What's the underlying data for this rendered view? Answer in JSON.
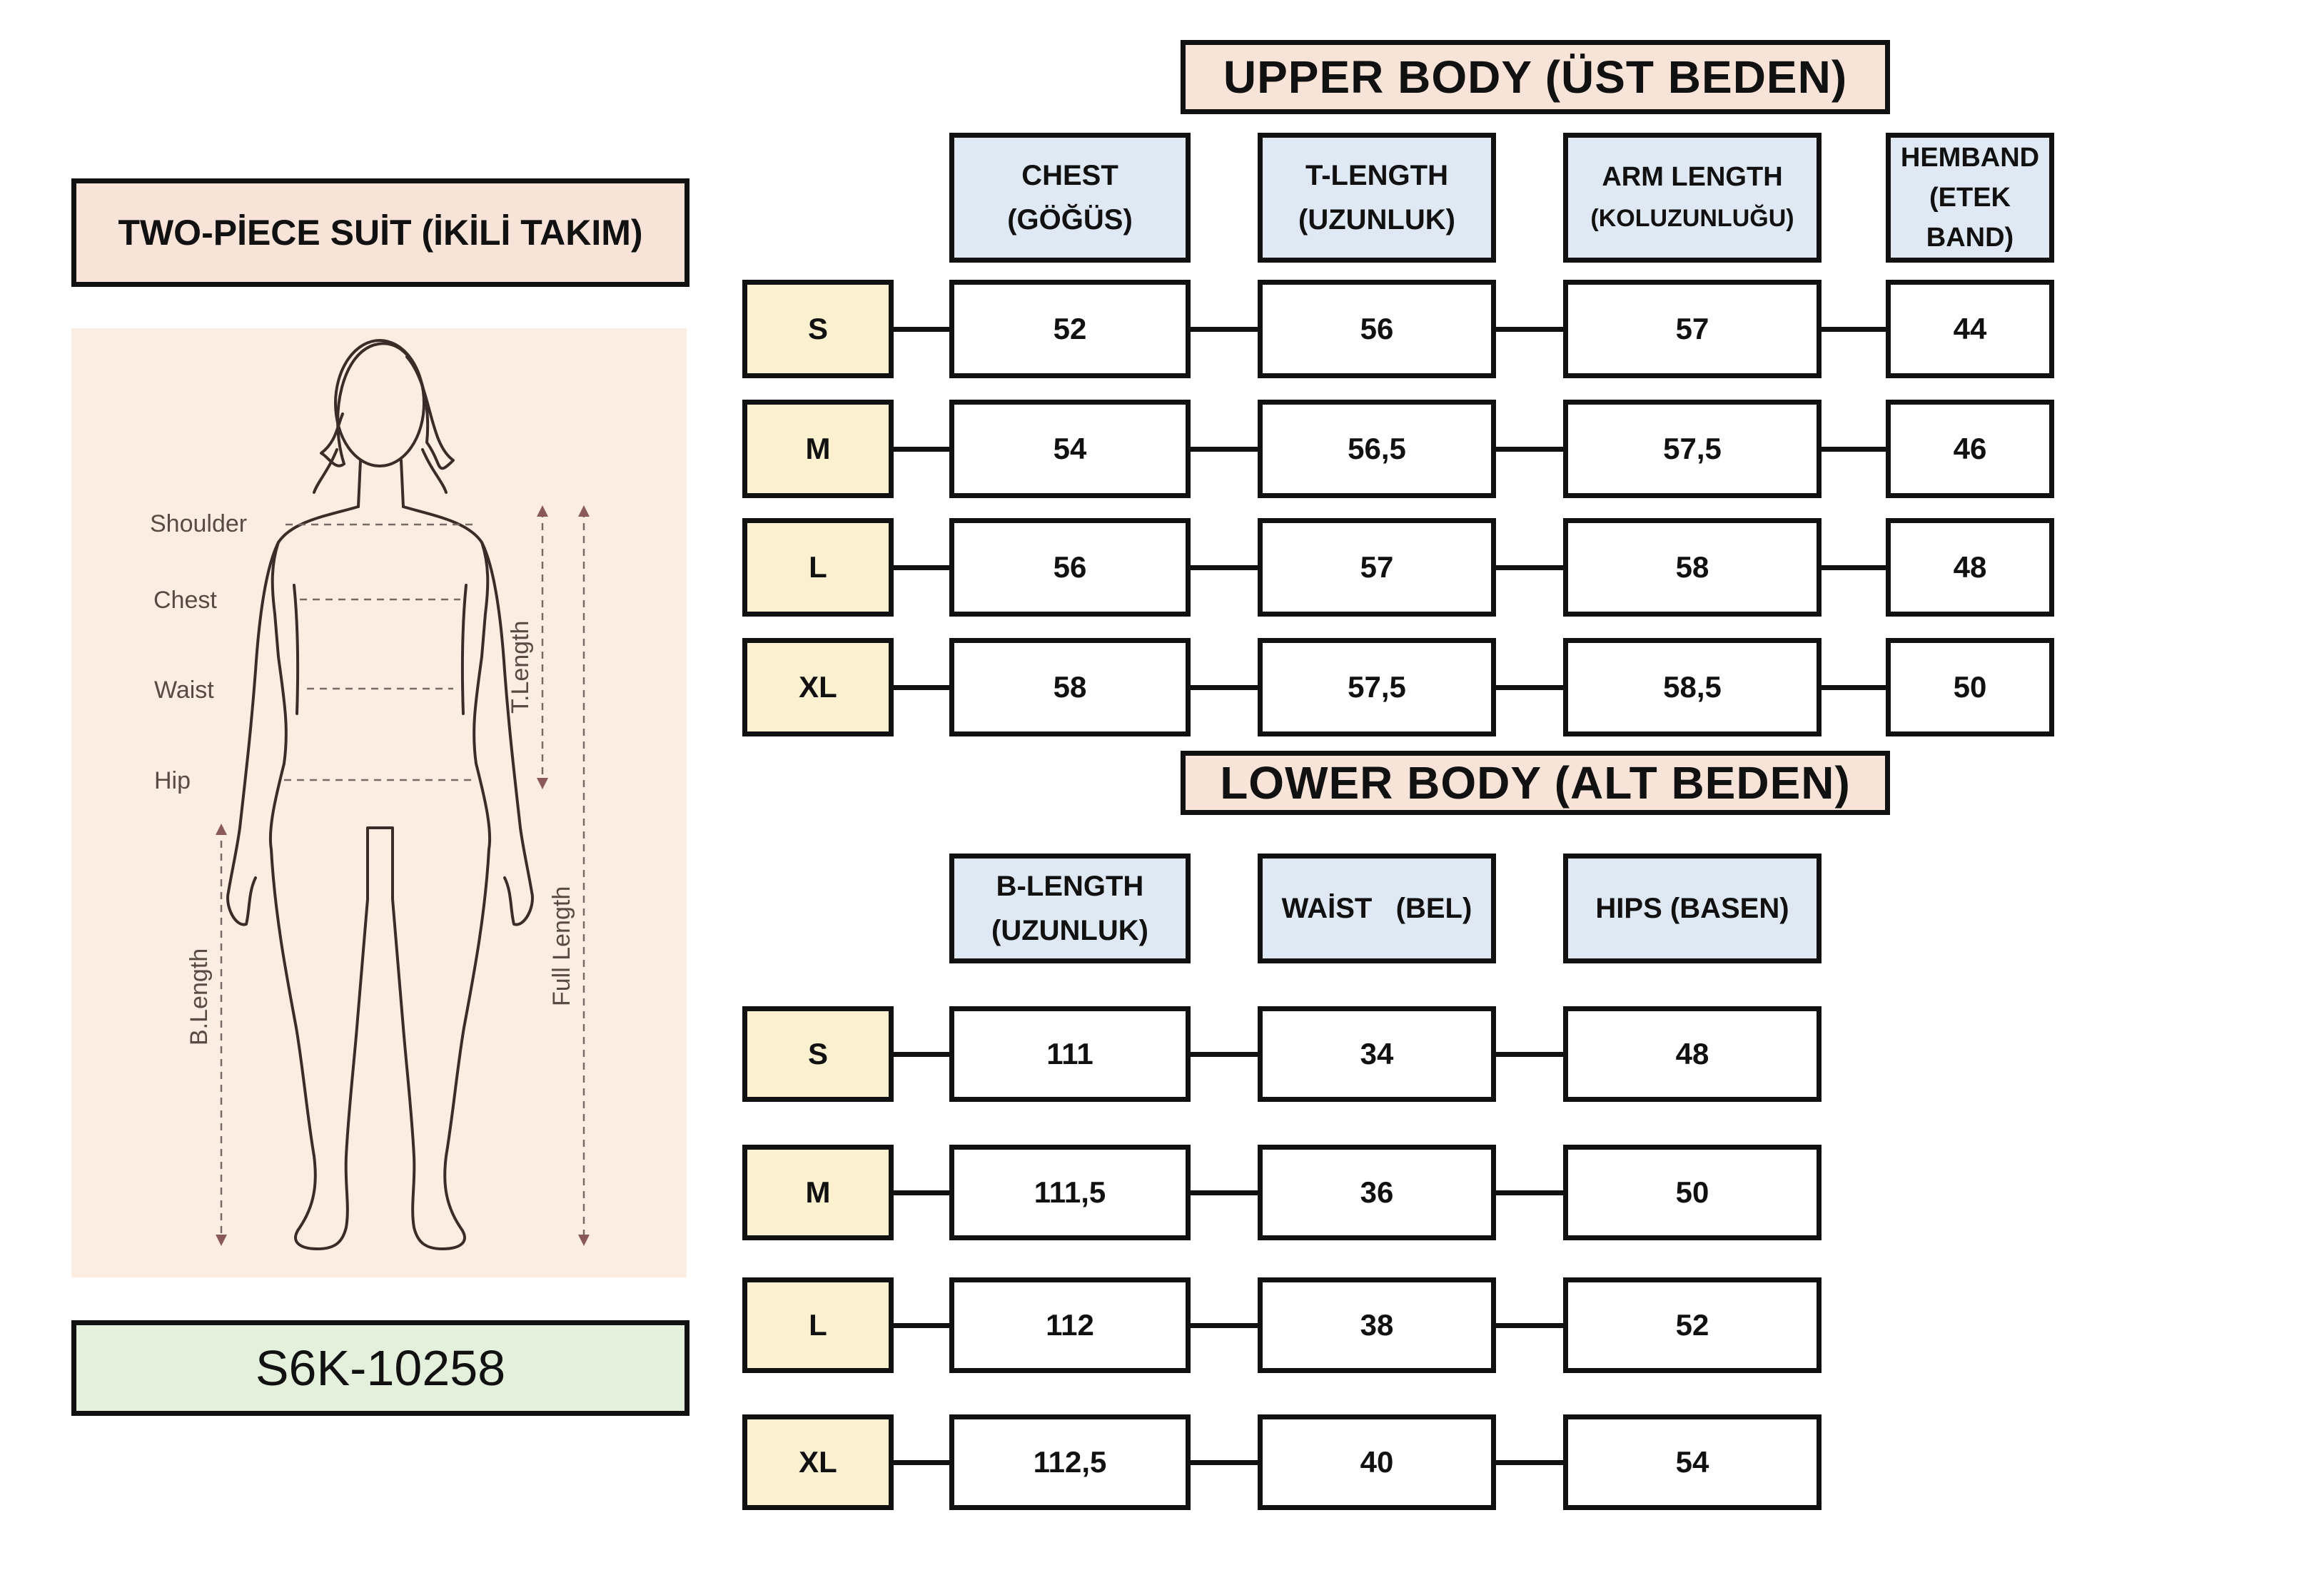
{
  "left": {
    "suit_title": "TWO-PİECE SUİT (İKİLİ TAKIM)",
    "product_code": "S6K-10258",
    "figure_labels": {
      "shoulder": "Shoulder",
      "chest": "Chest",
      "waist": "Waist",
      "hip": "Hip",
      "t_length": "T.Length",
      "full_length": "Full Length",
      "b_length": "B.Length"
    }
  },
  "upper": {
    "title": "UPPER BODY (ÜST BEDEN)",
    "headers": [
      {
        "line1": "CHEST",
        "line2": "(GÖĞÜS)"
      },
      {
        "line1": "T-LENGTH",
        "line2": "(UZUNLUK)"
      },
      {
        "line1": "ARM LENGTH",
        "line2": "(KOLUZUNLUĞU)"
      },
      {
        "line1": "HEMBAND",
        "line2": "(ETEK",
        "line3": "BAND)"
      }
    ],
    "rows": [
      {
        "size": "S",
        "values": [
          "52",
          "56",
          "57",
          "44"
        ]
      },
      {
        "size": "M",
        "values": [
          "54",
          "56,5",
          "57,5",
          "46"
        ]
      },
      {
        "size": "L",
        "values": [
          "56",
          "57",
          "58",
          "48"
        ]
      },
      {
        "size": "XL",
        "values": [
          "58",
          "57,5",
          "58,5",
          "50"
        ]
      }
    ]
  },
  "lower": {
    "title": "LOWER BODY (ALT BEDEN)",
    "headers": [
      {
        "line1": "B-LENGTH",
        "line2": "(UZUNLUK)"
      },
      {
        "line1": "WAİST   (BEL)"
      },
      {
        "line1": "HIPS (BASEN)"
      }
    ],
    "rows": [
      {
        "size": "S",
        "values": [
          "111",
          "34",
          "48"
        ]
      },
      {
        "size": "M",
        "values": [
          "111,5",
          "36",
          "50"
        ]
      },
      {
        "size": "L",
        "values": [
          "112",
          "38",
          "52"
        ]
      },
      {
        "size": "XL",
        "values": [
          "112,5",
          "40",
          "54"
        ]
      }
    ]
  },
  "colors": {
    "title_bg": "#f8e3d8",
    "header_bg": "#dfe9f4",
    "size_bg": "#fbf0cf",
    "code_bg": "#e3f0dc",
    "figure_bg": "#fcede2"
  }
}
